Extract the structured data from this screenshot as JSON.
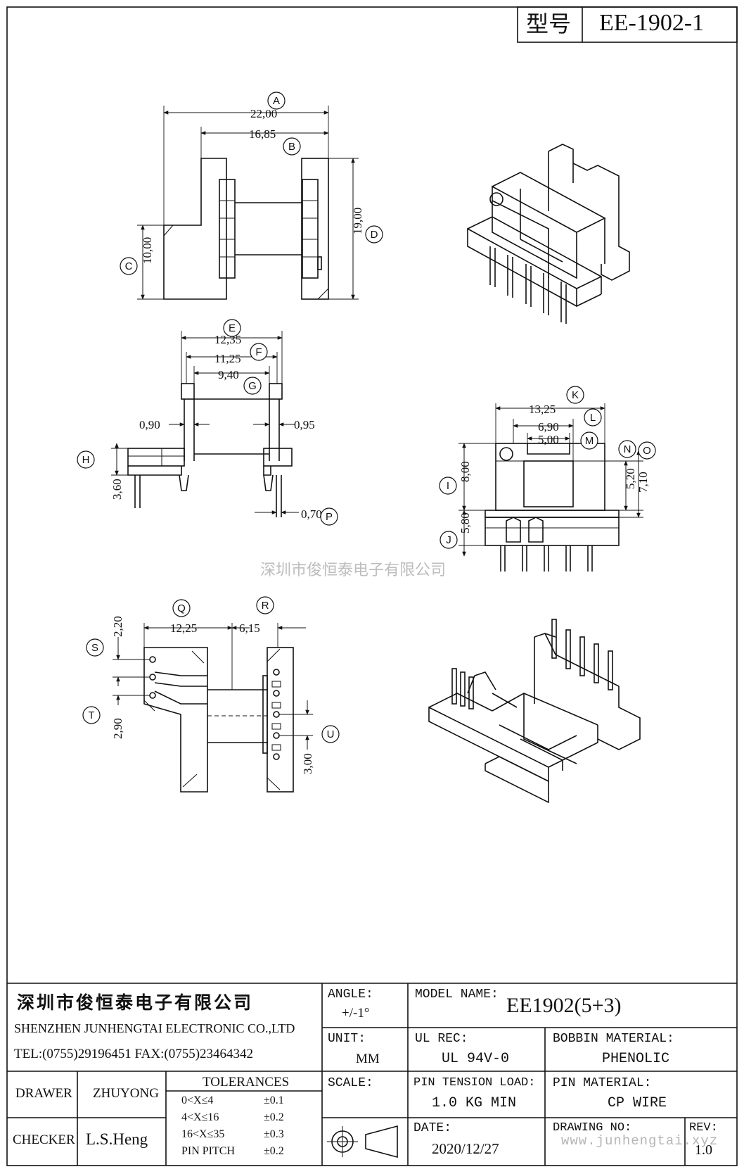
{
  "header": {
    "model_label": "型号",
    "model_value": "EE-1902-1"
  },
  "watermark": {
    "text": "深圳市俊恒泰电子有限公司",
    "url": "www.junhengtai.xyz"
  },
  "drawing": {
    "labels": {
      "A": "A",
      "B": "B",
      "C": "C",
      "D": "D",
      "E": "E",
      "F": "F",
      "G": "G",
      "H": "H",
      "I": "I",
      "J": "J",
      "K": "K",
      "L": "L",
      "M": "M",
      "N": "N",
      "O": "O",
      "P": "P",
      "Q": "Q",
      "R": "R",
      "S": "S",
      "T": "T",
      "U": "U"
    },
    "dims": {
      "a": "22,00",
      "b": "16,85",
      "c": "10,00",
      "d": "19,00",
      "e": "12,35",
      "f": "11,25",
      "g": "9,40",
      "h_left": "0,90",
      "h_right": "0,95",
      "h": "3,60",
      "p": "0,70",
      "k": "13,25",
      "l": "6,90",
      "m": "5,00",
      "n": "5,20",
      "o": "7,10",
      "i": "8,00",
      "j": "5,80",
      "q": "12,25",
      "r": "6,15",
      "s": "2,20",
      "t": "2,90",
      "u": "3,00"
    }
  },
  "titleblock": {
    "company_cn": "深圳市俊恒泰电子有限公司",
    "company_en": "SHENZHEN JUNHENGTAI ELECTRONIC CO.,LTD",
    "contact": "TEL:(0755)29196451 FAX:(0755)23464342",
    "angle_label": "ANGLE:",
    "angle_value": "+/-1°",
    "model_name_label": "MODEL NAME:",
    "model_name_value": "EE1902(5+3)",
    "unit_label": "UNIT:",
    "unit_value": "MM",
    "ul_label": "UL REC:",
    "ul_value": "UL 94V-0",
    "bobbin_label": "BOBBIN MATERIAL:",
    "bobbin_value": "PHENOLIC",
    "scale_label": "SCALE:",
    "pin_tension_label": "PIN TENSION LOAD:",
    "pin_tension_value": "1.0 KG MIN",
    "pin_material_label": "PIN MATERIAL:",
    "pin_material_value": "CP WIRE",
    "date_label": "DATE:",
    "date_value": "2020/12/27",
    "drawing_no_label": "DRAWING NO:",
    "rev_label": "REV:",
    "rev_value": "1.0",
    "drawer_label": "DRAWER",
    "drawer_value": "ZHUYONG",
    "checker_label": "CHECKER",
    "checker_value": "L.S.Heng",
    "tolerances_title": "TOLERANCES",
    "tolerances": [
      {
        "range": "0<X≤4",
        "value": "±0.1"
      },
      {
        "range": "4<X≤16",
        "value": "±0.2"
      },
      {
        "range": "16<X≤35",
        "value": "±0.3"
      },
      {
        "range": "PIN PITCH",
        "value": "±0.2"
      }
    ]
  }
}
